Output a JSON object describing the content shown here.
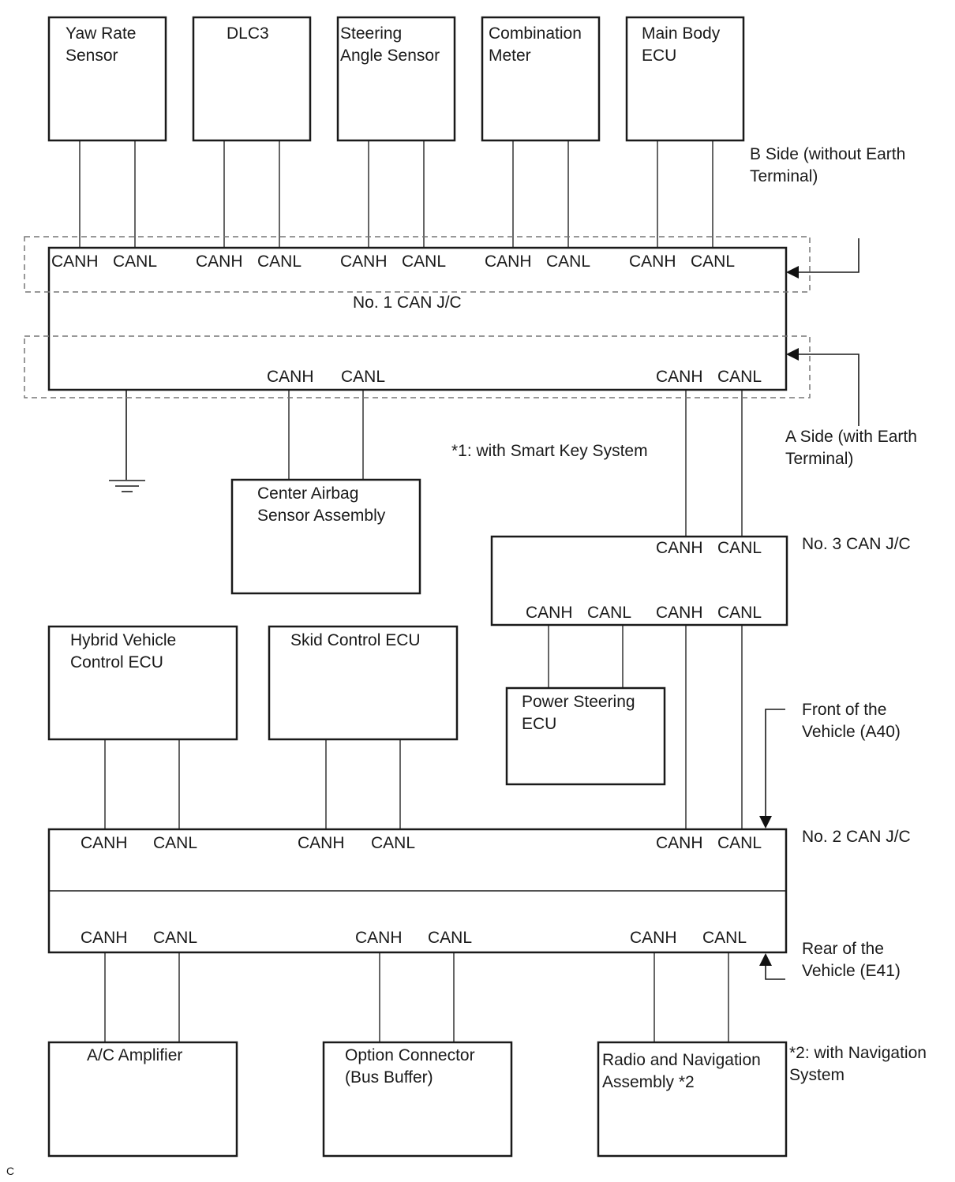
{
  "ecus": {
    "yaw_rate_sensor": [
      "Yaw Rate",
      "Sensor"
    ],
    "dlc3": [
      "DLC3"
    ],
    "steering_angle_sensor": [
      "Steering",
      "Angle Sensor"
    ],
    "combination_meter": [
      "Combination",
      "Meter"
    ],
    "main_body_ecu": [
      "Main Body",
      "ECU"
    ],
    "center_airbag_sensor": [
      "Center Airbag",
      "Sensor Assembly"
    ],
    "power_steering_ecu": [
      "Power Steering",
      "ECU"
    ],
    "hybrid_vehicle_control_ecu": [
      "Hybrid Vehicle",
      "Control ECU"
    ],
    "skid_control_ecu": [
      "Skid Control ECU"
    ],
    "ac_amplifier": [
      "A/C Amplifier"
    ],
    "option_connector": [
      "Option Connector",
      "(Bus Buffer)"
    ],
    "radio_navigation": [
      "Radio and Navigation",
      "Assembly *2"
    ]
  },
  "junction_connectors": {
    "no1": "No. 1 CAN J/C",
    "no2": "No. 2 CAN J/C",
    "no3": "No. 3 CAN J/C"
  },
  "pins": {
    "canh": "CANH",
    "canl": "CANL"
  },
  "callouts": {
    "b_side": [
      "B Side (without Earth",
      "Terminal)"
    ],
    "a_side": [
      "A Side (with Earth",
      "Terminal)"
    ],
    "front_of_vehicle": [
      "Front of the",
      "Vehicle (A40)"
    ],
    "rear_of_vehicle": [
      "Rear of the",
      "Vehicle (E41)"
    ]
  },
  "notes": {
    "smart_key": "*1: with Smart Key System",
    "navigation": [
      "*2: with Navigation",
      "System"
    ]
  },
  "figure_code": "C",
  "colors": {
    "line": "#1a1a1a",
    "wire": "#666666",
    "dashed_outline": "#777777",
    "background": "#ffffff"
  }
}
